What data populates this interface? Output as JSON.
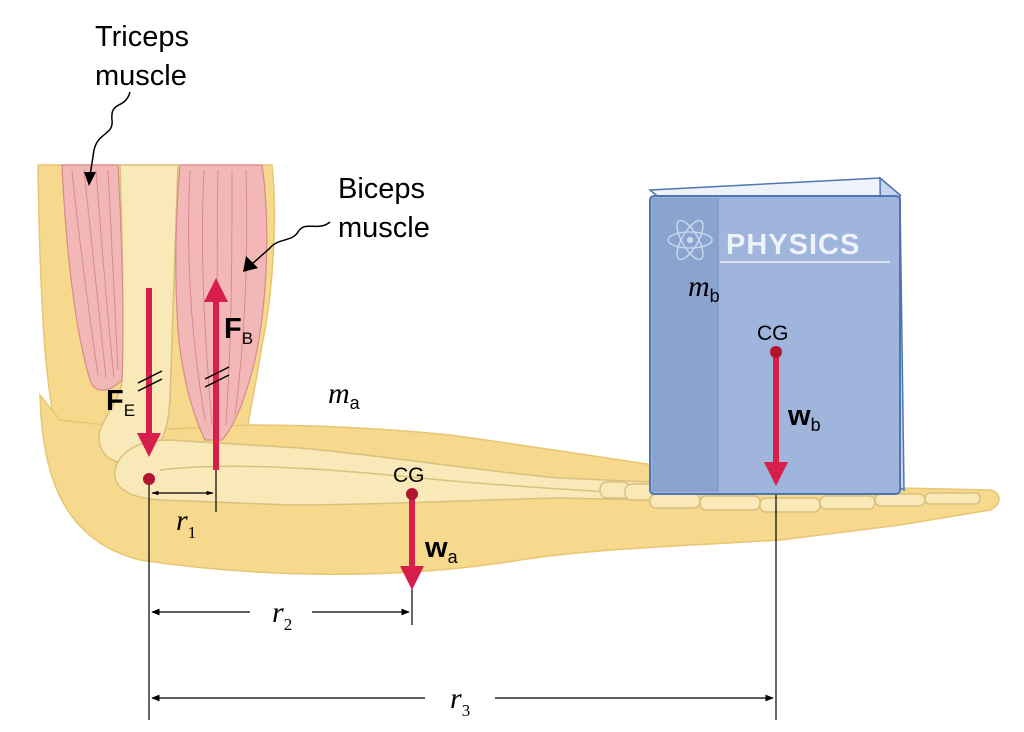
{
  "labels": {
    "triceps_line1": "Triceps",
    "triceps_line2": "muscle",
    "biceps_line1": "Biceps",
    "biceps_line2": "muscle",
    "force_elbow": "F",
    "force_elbow_sub": "E",
    "force_biceps": "F",
    "force_biceps_sub": "B",
    "mass_arm": "m",
    "mass_arm_sub": "a",
    "cg_arm": "CG",
    "weight_arm": "w",
    "weight_arm_sub": "a",
    "book_title": "PHYSICS",
    "mass_book": "m",
    "mass_book_sub": "b",
    "cg_book": "CG",
    "weight_book": "w",
    "weight_book_sub": "b",
    "r1": "r",
    "r1_sub": "1",
    "r2": "r",
    "r2_sub": "2",
    "r3": "r",
    "r3_sub": "3"
  },
  "colors": {
    "force_arrow": "#d81f4b",
    "bone": "#f9e9b8",
    "skin": "#f6d98d",
    "muscle": "#f2b8b8",
    "book_cover": "#9fb5dc",
    "book_spine": "#8aa3cf",
    "book_edge": "#4f76b3",
    "dimension_line": "#000000"
  }
}
